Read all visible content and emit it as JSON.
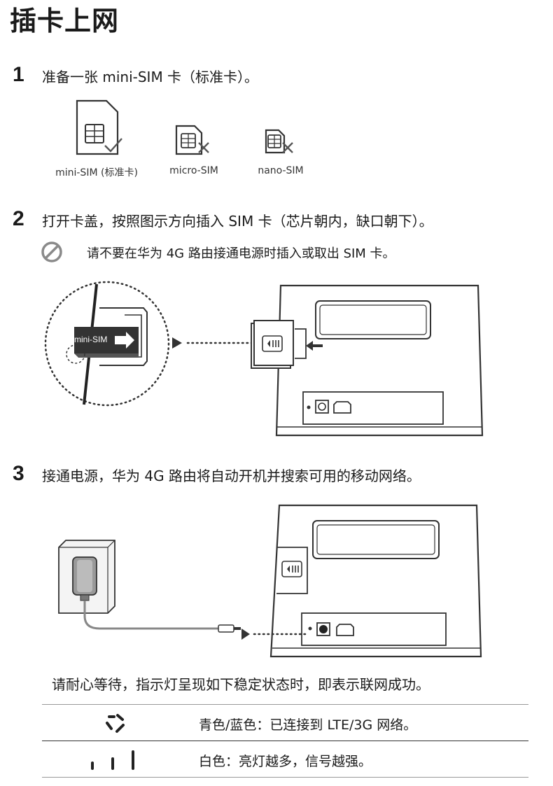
{
  "page": {
    "title": "插卡上网"
  },
  "steps": [
    {
      "number": "1",
      "text": "准备一张 mini-SIM 卡（标准卡）。"
    },
    {
      "number": "2",
      "text": "打开卡盖，按照图示方向插入 SIM 卡（芯片朝内，缺口朝下）。"
    },
    {
      "number": "3",
      "text": "接通电源，华为 4G 路由将自动开机并搜索可用的移动网络。"
    }
  ],
  "sim_cards": [
    {
      "label": "mini-SIM (标准卡)",
      "status": "ok"
    },
    {
      "label": "micro-SIM",
      "status": "not-supported"
    },
    {
      "label": "nano-SIM",
      "status": "not-supported"
    }
  ],
  "warning": {
    "icon": "prohibited-icon",
    "text": "请不要在华为 4G 路由接通电源时插入或取出 SIM 卡。"
  },
  "figure_sim": {
    "card_label": "mini-SIM"
  },
  "wait_text": "请耐心等待，指示灯呈现如下稳定状态时，即表示联网成功。",
  "indicators": [
    {
      "icon": "network-indicator-icon",
      "text": "青色/蓝色：已连接到 LTE/3G 网络。"
    },
    {
      "icon": "signal-bars-icon",
      "text": "白色：亮灯越多，信号越强。"
    }
  ],
  "colors": {
    "text": "#1a1a1a",
    "line": "#333333",
    "gray": "#8a8a8a"
  }
}
